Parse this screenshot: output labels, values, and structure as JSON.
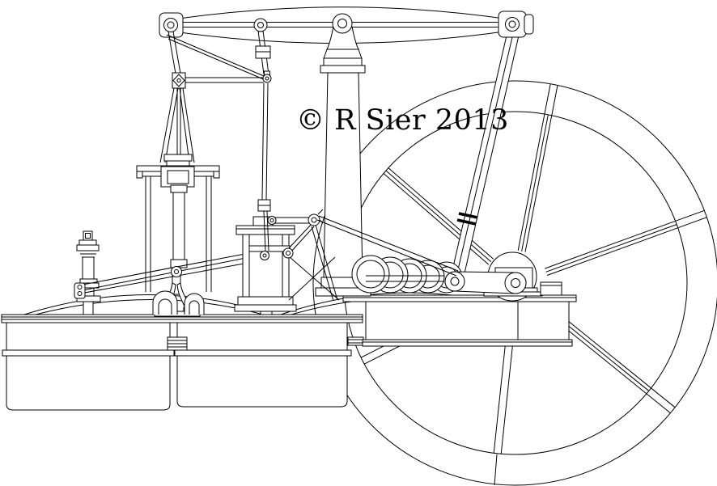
{
  "drawing": {
    "copyright": "© R Sier 2013",
    "subject": "Table steam engine side elevation with overhead walking beam, centre column, connecting rod, crank, eccentric, spoked flywheel and twin water tanks",
    "style": "black ink line drawing on white paper",
    "ink_color": "#000000",
    "paper_color": "#ffffff",
    "components": [
      "walking-beam",
      "beam-centre-pivot",
      "support-column",
      "connecting-rod",
      "flywheel",
      "crankshaft-assembly",
      "eccentric-strap",
      "pipe-ring-row",
      "cylinder-tower",
      "crosshead-guide-frame",
      "valve-rod",
      "bell-crank",
      "valve-pedestal",
      "rocking-lever",
      "lever-stand",
      "feed-pump",
      "pipe-stirrups",
      "tank-domes",
      "water-tank-left",
      "water-tank-right",
      "engine-bed",
      "crank-bed-block"
    ]
  }
}
